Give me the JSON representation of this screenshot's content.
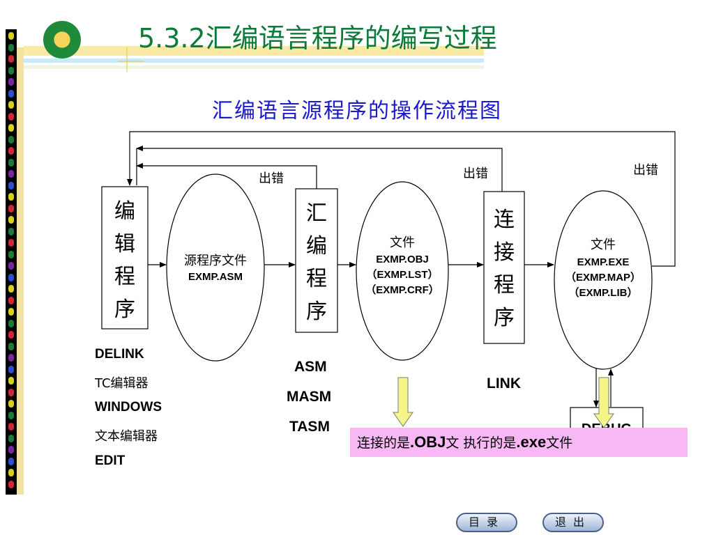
{
  "header": {
    "title": "5.3.2汇编语言程序的编写过程"
  },
  "diagram": {
    "title": "汇编语言源程序的操作流程图",
    "boxes": {
      "edit": [
        "编",
        "辑",
        "程",
        "序"
      ],
      "assemble": [
        "汇",
        "编",
        "程",
        "序"
      ],
      "link": [
        "连",
        "接",
        "程",
        "序"
      ]
    },
    "files": {
      "source": {
        "title": "源程序文件",
        "lines": [
          "EXMP.ASM"
        ]
      },
      "object": {
        "title": "文件",
        "lines": [
          "EXMP.OBJ",
          "（EXMP.LST）",
          "（EXMP.CRF）"
        ]
      },
      "exe": {
        "title": "文件",
        "lines": [
          "EXMP.EXE",
          "（EXMP.MAP）",
          "（EXMP.LIB）"
        ]
      }
    },
    "error_labels": [
      "出错",
      "出错",
      "出错"
    ],
    "debug_label": "DEBUG"
  },
  "tools": {
    "editors": [
      "DELINK",
      "TC编辑器",
      "WINDOWS",
      "文本编辑器",
      "EDIT"
    ],
    "assemblers": [
      "ASM",
      "MASM",
      "TASM"
    ],
    "linker": "LINK"
  },
  "note": {
    "part1": "连接的是",
    "part2": ".OBJ",
    "part3": "文 执行的是",
    "part4": ".exe",
    "part5": "文件"
  },
  "nav": {
    "toc": "目录",
    "exit": "退出"
  },
  "colors": {
    "title_green": "#0d7a3a",
    "diagram_title_blue": "#1a1acc",
    "note_pink": "#f7b8f5",
    "arrow_yellow": "#f6f58a"
  }
}
